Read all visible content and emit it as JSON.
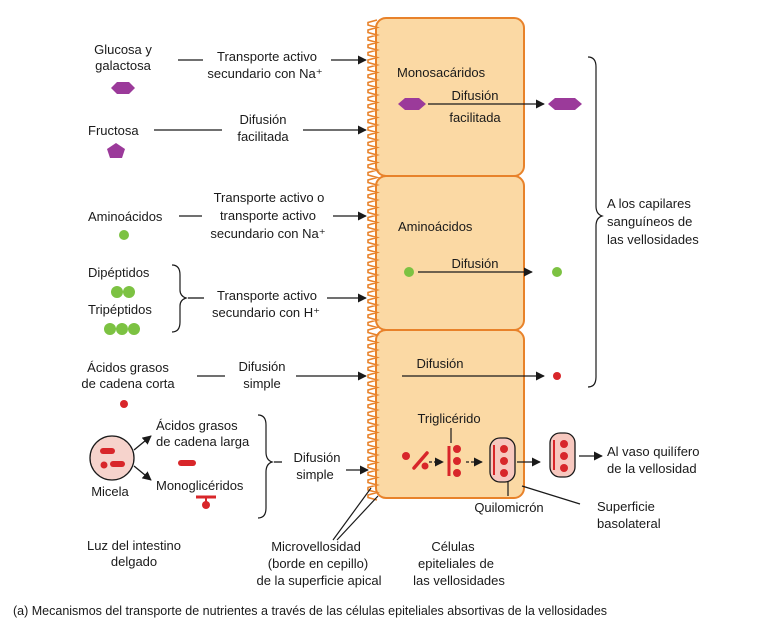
{
  "colors": {
    "cell_fill": "#fbd9a4",
    "cell_stroke": "#e8822a",
    "hexagon": "#9b3a9a",
    "amino": "#7cc242",
    "fat_red": "#d8262a",
    "micelle_fill": "#f6d3cc",
    "chylomicron_fill": "#f7c8bf"
  },
  "left": {
    "glucose": "Glucosa y",
    "glucose2": "galactosa",
    "fructose": "Fructosa",
    "amino": "Aminoácidos",
    "dipeptides": "Dipéptidos",
    "tripeptides": "Tripéptidos",
    "scfa1": "Ácidos grasos",
    "scfa2": "de cadena corta",
    "micelle": "Micela",
    "lcfa1": "Ácidos grasos",
    "lcfa2": "de cadena larga",
    "monoglycerides": "Monoglicéridos",
    "lumen1": "Luz del intestino",
    "lumen2": "delgado"
  },
  "transport": {
    "glucose1": "Transporte activo",
    "glucose2": "secundario con Na⁺",
    "fructose1": "Difusión",
    "fructose2": "facilitada",
    "amino1": "Transporte activo o",
    "amino2": "transporte activo",
    "amino3": "secundario con Na⁺",
    "peptide1": "Transporte activo",
    "peptide2": "secundario con H⁺",
    "scfa1": "Difusión",
    "scfa2": "simple",
    "lcfa1": "Difusión",
    "lcfa2": "simple"
  },
  "cell": {
    "monosaccharides": "Monosacáridos",
    "mono_diff1": "Difusión",
    "mono_diff2": "facilitada",
    "amino": "Aminoácidos",
    "amino_diff": "Difusión",
    "scfa_diff": "Difusión",
    "triglyceride": "Triglicérido",
    "chylomicron": "Quilomicrón"
  },
  "right": {
    "capillaries1": "A los capilares",
    "capillaries2": "sanguíneos de",
    "capillaries3": "las vellosidades",
    "lacteal1": "Al vaso quilífero",
    "lacteal2": "de la vellosidad",
    "basolateral1": "Superficie",
    "basolateral2": "basolateral"
  },
  "bottom": {
    "microvilli1": "Microvellosidad",
    "microvilli2": "(borde en cepillo)",
    "microvilli3": "de la superficie apical",
    "cells1": "Células",
    "cells2": "epiteliales de",
    "cells3": "las vellosidades"
  },
  "caption": "(a) Mecanismos del transporte de nutrientes a través de las células epiteliales absortivas de la vellosidades"
}
